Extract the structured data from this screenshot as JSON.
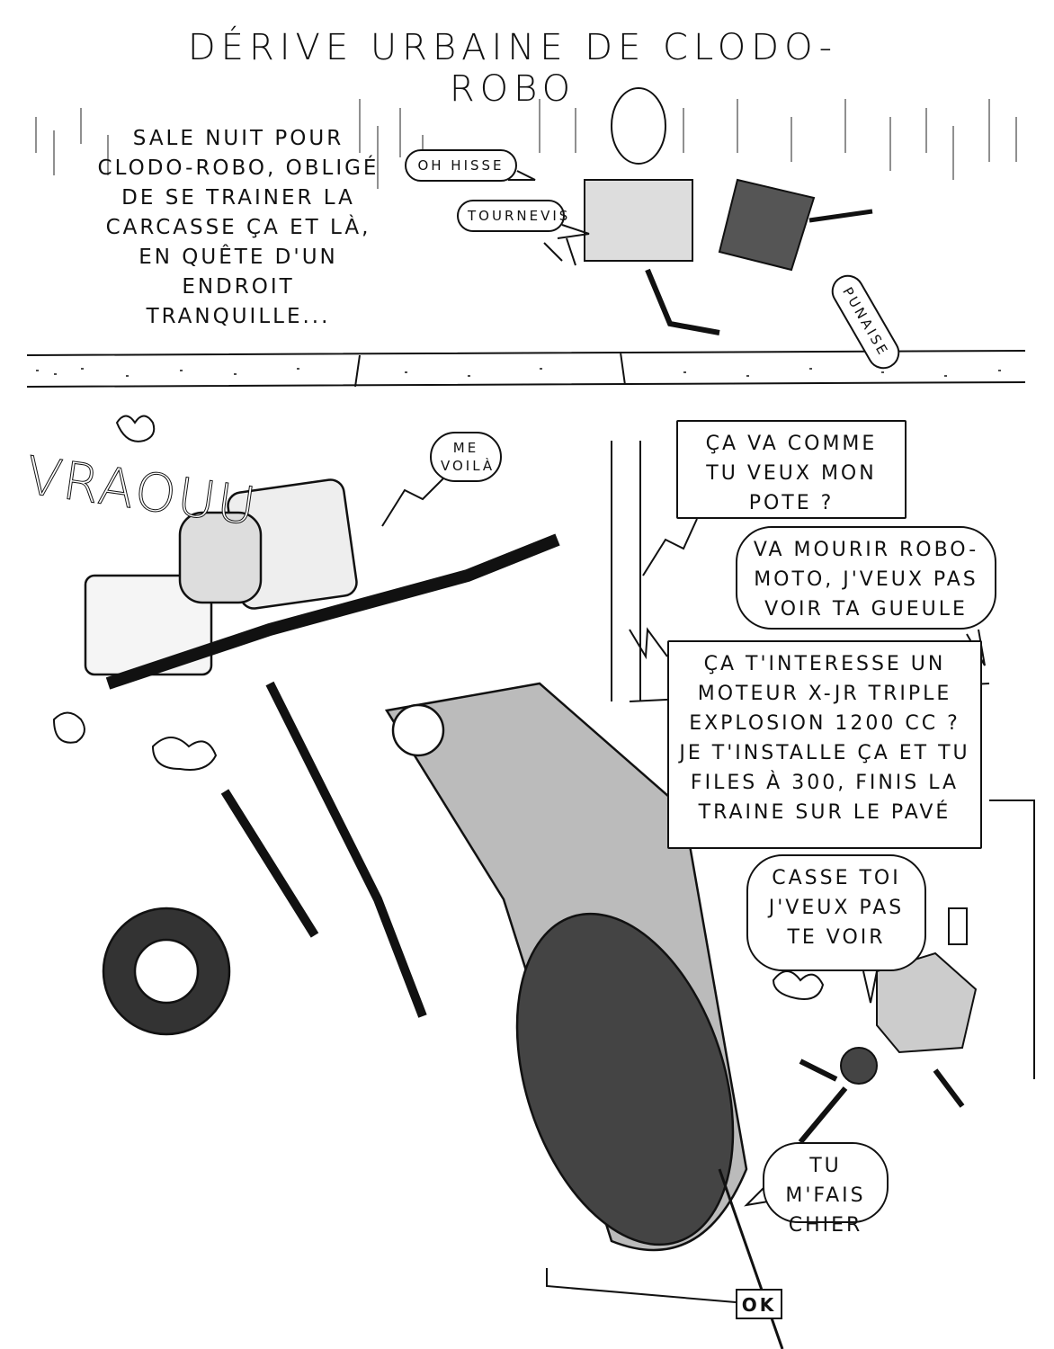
{
  "title": "Dérive urbaine de Clodo-Robo",
  "narration": "Sale nuit pour Clodo-Robo, obligé de se trainer la carcasse ça et là, en quête d'un endroit tranquille...",
  "panel1": {
    "bubbles": [
      "Oh hisse",
      "Tournevis",
      "Punaise"
    ]
  },
  "panel2": {
    "sound_effect": "Vraouu",
    "bubbles": [
      "Me voilà",
      "Ça va comme tu veux mon pote ?",
      "Va mourir robo-moto, j'veux pas voir ta gueule",
      "Ça t'interesse un moteur X-JR triple explosion 1200 cc ? Je t'installe ça et tu files à 300, finis la traine sur le pavé",
      "Casse toi j'veux pas te voir",
      "Tu m'fais chier"
    ],
    "signature": "OK"
  }
}
